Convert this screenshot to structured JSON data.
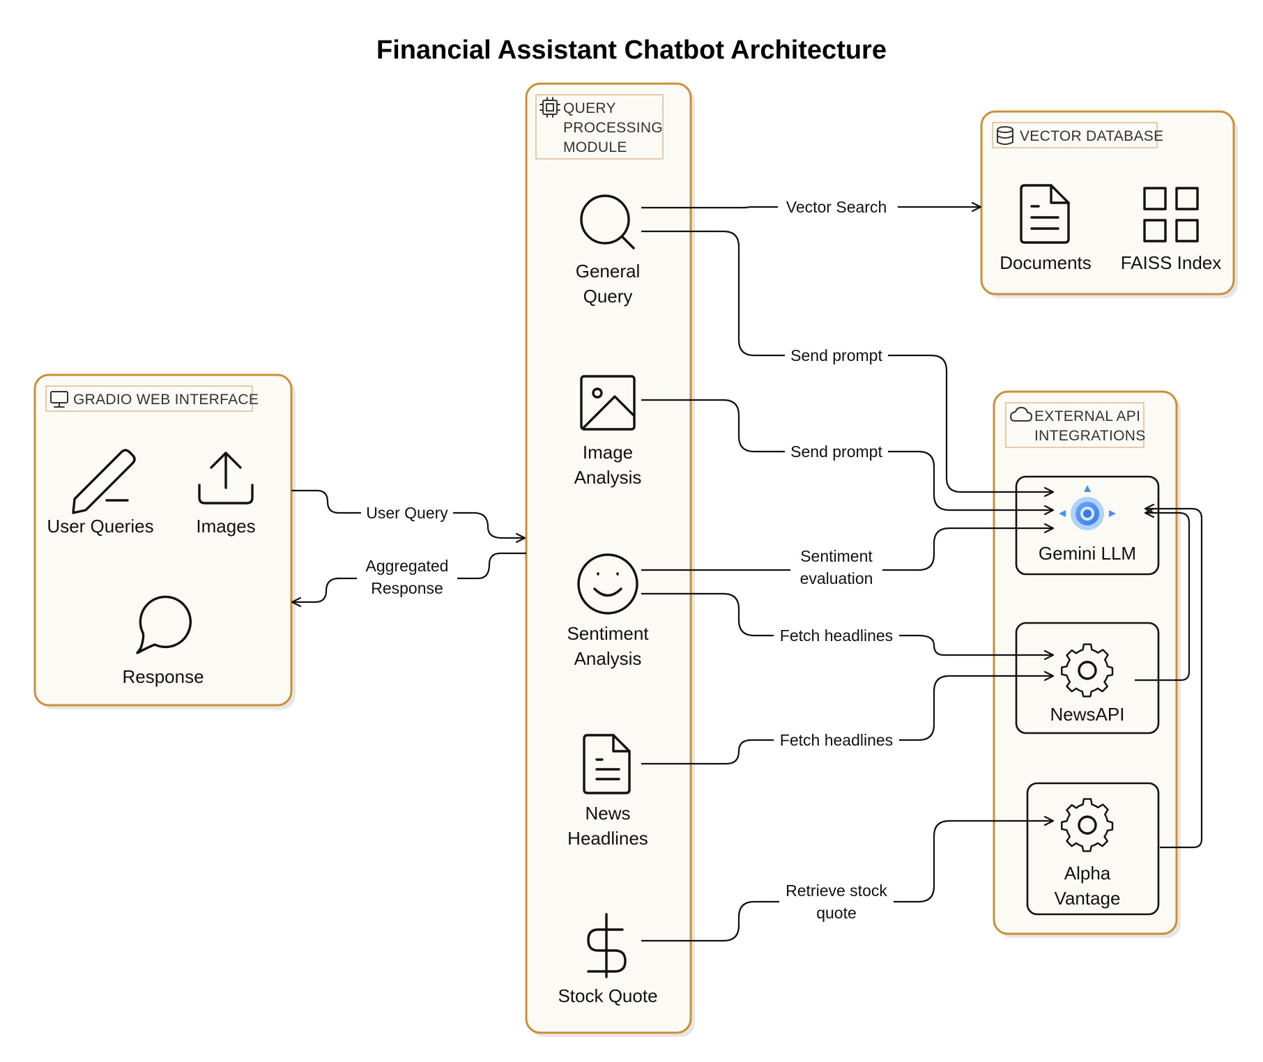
{
  "diagram": {
    "title": "Financial Assistant Chatbot Architecture"
  },
  "groups": {
    "gradio": {
      "label": "GRADIO WEB INTERFACE",
      "nodes": {
        "user_queries": "User Queries",
        "images": "Images",
        "response": "Response"
      }
    },
    "query": {
      "label_line1": "QUERY",
      "label_line2": "PROCESSING",
      "label_line3": "MODULE",
      "nodes": {
        "general_1": "General",
        "general_2": "Query",
        "image_1": "Image",
        "image_2": "Analysis",
        "sentiment_1": "Sentiment",
        "sentiment_2": "Analysis",
        "news_1": "News",
        "news_2": "Headlines",
        "stock": "Stock Quote"
      }
    },
    "vector_db": {
      "label": "VECTOR DATABASE",
      "nodes": {
        "documents": "Documents",
        "faiss": "FAISS Index"
      }
    },
    "external": {
      "label_line1": "EXTERNAL API",
      "label_line2": "INTEGRATIONS",
      "nodes": {
        "gemini": "Gemini LLM",
        "newsapi": "NewsAPI",
        "alpha_1": "Alpha",
        "alpha_2": "Vantage"
      }
    }
  },
  "edges": {
    "user_query": "User Query",
    "aggregated_1": "Aggregated",
    "aggregated_2": "Response",
    "vector_search": "Vector Search",
    "send_prompt_general": "Send prompt",
    "send_prompt_image": "Send prompt",
    "sentiment_eval_1": "Sentiment",
    "sentiment_eval_2": "evaluation",
    "fetch_headlines_sentiment": "Fetch headlines",
    "fetch_headlines_news": "Fetch headlines",
    "retrieve_stock_1": "Retrieve stock",
    "retrieve_stock_2": "quote"
  },
  "colors": {
    "group_border": "#c9903a",
    "group_fill": "#fcfaf4",
    "gemini_accent": "#4a8fe8"
  },
  "icons": {
    "gradio_group": "monitor-icon",
    "query_group": "cpu-chip-icon",
    "vector_group": "database-icon",
    "external_group": "cloud-icon"
  }
}
